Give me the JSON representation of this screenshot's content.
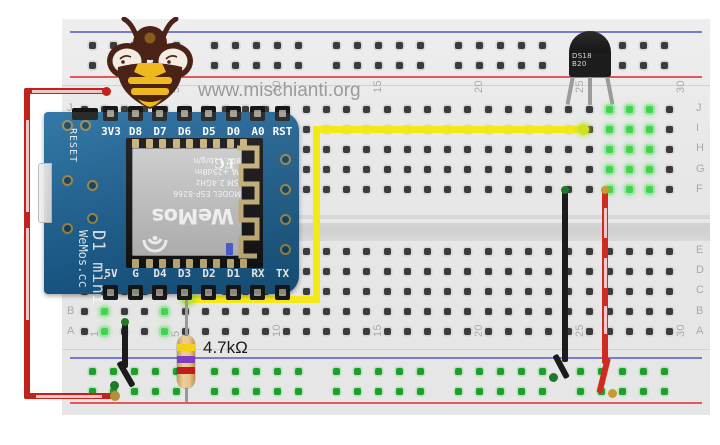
{
  "watermark": {
    "site": "www.mischianti.org",
    "logo_name": "bee-logo"
  },
  "board": {
    "name": "D1 mini",
    "vendor": "WeMos.cc",
    "reset_label": "RESET",
    "module": {
      "logo": "WeMos",
      "model_line": "MODEL  ESP-8266",
      "spec1": "ISM 2.4GHz",
      "spec2": "PA +25dBm",
      "spec3": "802.11b/g/n",
      "cert": "FC"
    },
    "pins_top": [
      "3V3",
      "D8",
      "D7",
      "D6",
      "D5",
      "D0",
      "A0",
      "RST"
    ],
    "pins_bottom": [
      "5V",
      "G",
      "D4",
      "D3",
      "D2",
      "D1",
      "RX",
      "TX"
    ]
  },
  "components": {
    "resistor": {
      "label": "4.7kΩ",
      "bands": [
        "#f2d218",
        "#7e3ec0",
        "#c21b1b"
      ],
      "body_color": "#e3bd80"
    },
    "sensor": {
      "name": "DS18B20",
      "line1": "DS18",
      "line2": "B20",
      "package": "TO-92"
    }
  },
  "breadboard": {
    "row_letters_top": [
      "J",
      "I",
      "H",
      "G",
      "F"
    ],
    "row_letters_bottom": [
      "E",
      "D",
      "C",
      "B",
      "A"
    ],
    "column_numbers": [
      "1",
      "5",
      "10",
      "15",
      "20",
      "25",
      "30"
    ],
    "columns": 30,
    "rail_positive_color": "#e05a5a",
    "rail_negative_color": "#7a7ad0"
  },
  "wires": [
    {
      "name": "wire-3v3-to-positive-rail",
      "color": "#c2211c",
      "color_name": "red",
      "from": "3V3",
      "to": "bottom-positive-rail"
    },
    {
      "name": "wire-data-yellow",
      "color": "#f5e818",
      "color_name": "yellow",
      "from": "sensor-data-row-J",
      "to": "row-B-col-5"
    },
    {
      "name": "wire-ground-black-right",
      "color": "#1b1b1b",
      "color_name": "black",
      "from": "row-F-col-27",
      "to": "bottom-negative-rail"
    },
    {
      "name": "wire-vcc-red-right",
      "color": "#c2211c",
      "color_name": "red",
      "from": "row-F-col-29",
      "to": "bottom-positive-rail"
    },
    {
      "name": "wire-ground-black-left",
      "color": "#1b1b1b",
      "color_name": "black",
      "from": "row-A-col-2",
      "to": "bottom-negative-rail"
    }
  ]
}
